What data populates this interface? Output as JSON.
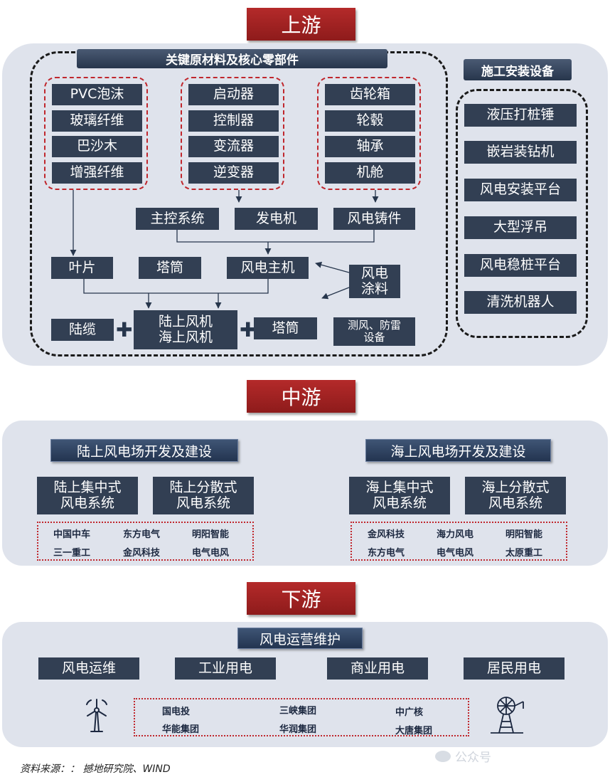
{
  "upstream": {
    "title": "上游",
    "materials_header": "关键原材料及核心零部件",
    "install_header": "施工安装设备",
    "group1": [
      "PVC泡沫",
      "玻璃纤维",
      "巴沙木",
      "增强纤维"
    ],
    "group2": [
      "启动器",
      "控制器",
      "变流器",
      "逆变器"
    ],
    "group3": [
      "齿轮箱",
      "轮毂",
      "轴承",
      "机舱"
    ],
    "main_control": "主控系统",
    "generator": "发电机",
    "casting": "风电铸件",
    "blade": "叶片",
    "tower": "塔筒",
    "main_unit": "风电主机",
    "coating": "风电\n涂料",
    "land_cable": "陆缆",
    "turbine": "陆上风机\n海上风机",
    "tower2": "塔筒",
    "wind_measure": "测风、防雷\n设备",
    "install_items": [
      "液压打桩锤",
      "嵌岩装钻机",
      "风电安装平台",
      "大型浮吊",
      "风电稳桩平台",
      "清洗机器人"
    ]
  },
  "midstream": {
    "title": "中游",
    "onshore_header": "陆上风电场开发及建设",
    "offshore_header": "海上风电场开发及建设",
    "onshore_systems": [
      "陆上集中式\n风电系统",
      "陆上分散式\n风电系统"
    ],
    "offshore_systems": [
      "海上集中式\n风电系统",
      "海上分散式\n风电系统"
    ],
    "onshore_companies": [
      "中国中车",
      "东方电气",
      "明阳智能",
      "三一重工",
      "金风科技",
      "电气电风"
    ],
    "offshore_companies": [
      "金风科技",
      "海力风电",
      "明阳智能",
      "东方电气",
      "电气电风",
      "太原重工"
    ]
  },
  "downstream": {
    "title": "下游",
    "header": "风电运营维护",
    "uses": [
      "风电运维",
      "工业用电",
      "商业用电",
      "居民用电"
    ],
    "companies": [
      "国电投",
      "三峡集团",
      "中广核",
      "华能集团",
      "华润集团",
      "大唐集团"
    ],
    "icon_left": "wind-turbine-icon",
    "icon_right": "windmill-tower-icon"
  },
  "source": "资料来源：：  撼地研究院、WIND",
  "watermark": "公众号",
  "colors": {
    "stage_red": "#a42222",
    "box_navy": "#323f53",
    "panel": "#dfe3ec",
    "accent_red": "#c0272d"
  }
}
